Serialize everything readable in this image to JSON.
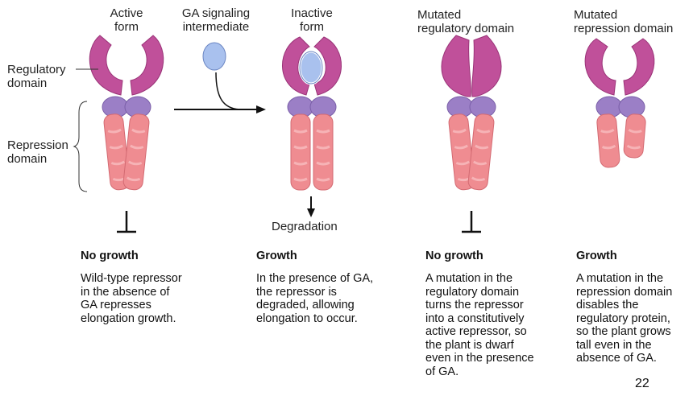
{
  "labels": {
    "active_form": "Active\nform",
    "ga_intermediate": "GA signaling\nintermediate",
    "inactive_form": "Inactive\nform",
    "mutated_regulatory": "Mutated\nregulatory domain",
    "mutated_repression": "Mutated\nrepression domain",
    "regulatory_domain": "Regulatory\ndomain",
    "repression_domain": "Repression\ndomain",
    "degradation": "Degradation"
  },
  "panels": [
    {
      "heading": "No growth",
      "text": "Wild-type repressor\nin the absence of\nGA represses\nelongation growth."
    },
    {
      "heading": "Growth",
      "text": "In the presence of GA,\nthe repressor is\ndegraded, allowing\nelongation to occur."
    },
    {
      "heading": "No growth",
      "text": "A mutation in the\nregulatory domain\nturns the repressor\ninto a constitutively\nactive repressor, so\nthe plant is dwarf\neven in the presence\nof GA."
    },
    {
      "heading": "Growth",
      "text": "A mutation in the\nrepression domain\ndisables the\nregulatory protein,\nso the plant grows\ntall even in the\nabsence of GA."
    }
  ],
  "page_number": "22",
  "colors": {
    "regulatory": "#c0509a",
    "repression": "#ef8c91",
    "hinge": "#9b7fc6",
    "ga_ligand": "#a9c1ee"
  }
}
